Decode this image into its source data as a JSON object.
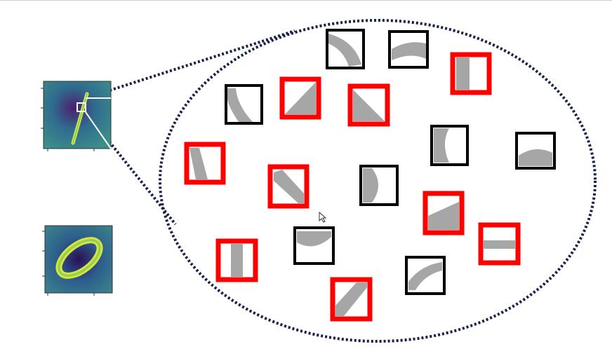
{
  "colors": {
    "ellipse_dots": "#16204a",
    "connector": "#16204a",
    "frame_black": "#000000",
    "frame_red": "#ff0000",
    "patch_fill": "#a6a6a6",
    "heatmap_bg": "#3b7f8c",
    "heatmap_dark": "#2e0f5e",
    "heatmap_bright": "#dfe53a"
  },
  "thumbnails": [
    {
      "name": "digit-one-thumbnail",
      "content": "digit-1"
    },
    {
      "name": "digit-zero-thumbnail",
      "content": "digit-0"
    }
  ],
  "patches": [
    {
      "frame": "black",
      "pattern": "curve-tl"
    },
    {
      "frame": "black",
      "pattern": "cap-top"
    },
    {
      "frame": "red",
      "pattern": "vbar-left"
    },
    {
      "frame": "black",
      "pattern": "curve-left"
    },
    {
      "frame": "red",
      "pattern": "diag-br"
    },
    {
      "frame": "red",
      "pattern": "diag-br2"
    },
    {
      "frame": "black",
      "pattern": "blob-left"
    },
    {
      "frame": "black",
      "pattern": "arc-bottom"
    },
    {
      "frame": "red",
      "pattern": "slant-left"
    },
    {
      "frame": "red",
      "pattern": "diag-band"
    },
    {
      "frame": "black",
      "pattern": "half-circle-left"
    },
    {
      "frame": "red",
      "pattern": "wedge-bottom"
    },
    {
      "frame": "black",
      "pattern": "cap-top-small"
    },
    {
      "frame": "red",
      "pattern": "hbar"
    },
    {
      "frame": "red",
      "pattern": "vbar-center"
    },
    {
      "frame": "black",
      "pattern": "arc-band"
    },
    {
      "frame": "red",
      "pattern": "diag-band2"
    }
  ],
  "cursor_icon": "arrow-cursor-icon"
}
